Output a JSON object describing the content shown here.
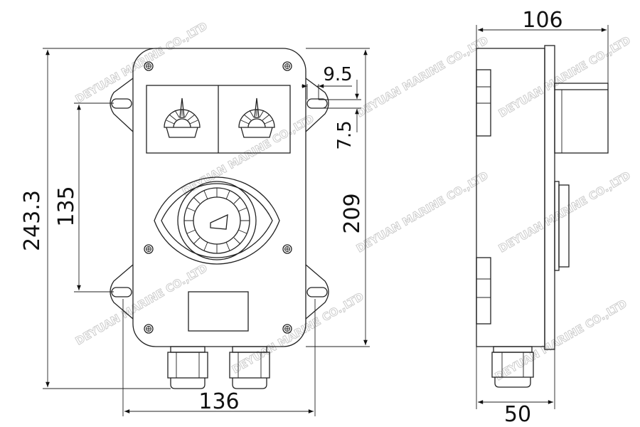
{
  "watermark": "DEYUAN MARINE CO.,LTD",
  "front_view": {
    "dimensions": {
      "overall_height": "243.3",
      "mounting_hole_spacing": "135",
      "body_height": "209",
      "overall_width": "136",
      "hole_offset_horizontal": "9.5",
      "hole_offset_vertical": "7.5"
    }
  },
  "side_view": {
    "dimensions": {
      "overall_depth": "106",
      "body_depth": "50"
    }
  }
}
